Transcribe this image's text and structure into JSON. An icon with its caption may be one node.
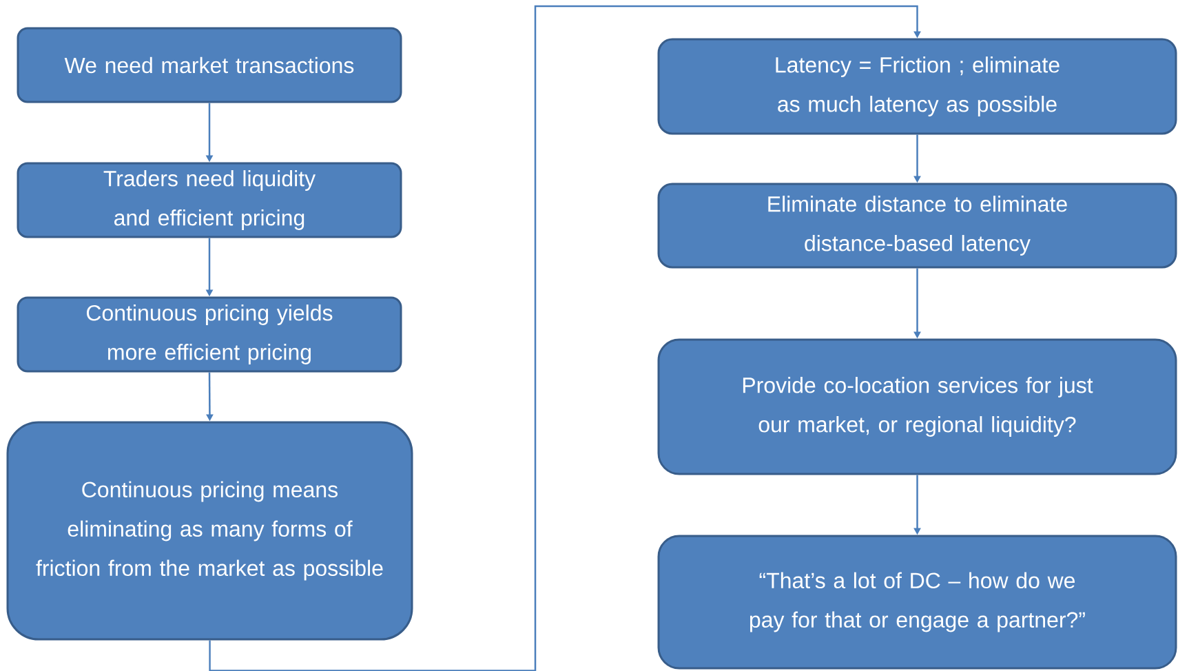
{
  "diagram": {
    "nodes": [
      {
        "text": [
          "We need market transactions"
        ]
      },
      {
        "text": [
          "Traders need liquidity and efficient pricing"
        ]
      },
      {
        "text": [
          "Continuous pricing yields more efficient pricing"
        ]
      },
      {
        "text": [
          "Continuous pricing means eliminating as many forms of friction from the market as possible"
        ]
      },
      {
        "text": [
          "Latency = Friction ; eliminate as much latency as possible"
        ]
      },
      {
        "text": [
          "Eliminate distance to eliminate distance-based latency"
        ]
      },
      {
        "text": [
          "Provide co-location services for just our market, or regional liquidity?"
        ]
      },
      {
        "text": [
          "“That’s a lot of DC – how do we pay for that or engage a partner?”"
        ]
      }
    ],
    "edges": [
      {
        "from": 0,
        "to": 1,
        "arrow": "to"
      },
      {
        "from": 1,
        "to": 2,
        "arrow": "to"
      },
      {
        "from": 2,
        "to": 3,
        "arrow": "to"
      },
      {
        "from": 3,
        "to": 4,
        "arrow": "to"
      },
      {
        "from": 4,
        "to": 5,
        "arrow": "to"
      },
      {
        "from": 5,
        "to": 6,
        "arrow": "to"
      },
      {
        "from": 6,
        "to": 7,
        "arrow": "to"
      }
    ]
  }
}
